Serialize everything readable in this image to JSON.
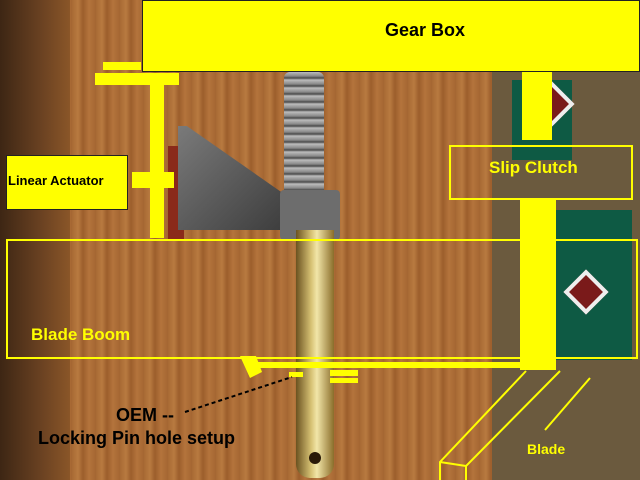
{
  "labels": {
    "gear_box": "Gear Box",
    "linear_actuator": "Linear Actuator",
    "slip_clutch": "Slip Clutch",
    "blade_boom": "Blade Boom",
    "oem_line1": "OEM --",
    "oem_line2": "Locking Pin hole setup",
    "blade": "Blade"
  },
  "colors": {
    "annotation": "#ffff00",
    "label_dark": "#000000"
  }
}
